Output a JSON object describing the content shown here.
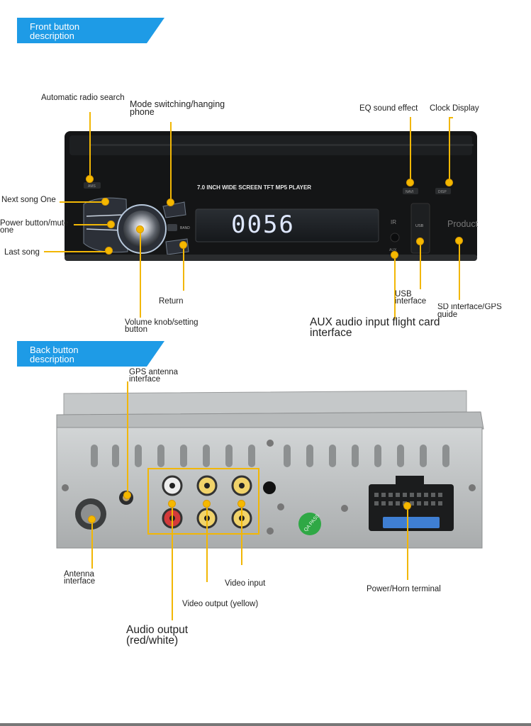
{
  "colors": {
    "banner": "#1e9be6",
    "leader": "#f2b705",
    "display_text": "#dfe8ff",
    "chassis": "#b9bcbd"
  },
  "front": {
    "banner": "Front button description",
    "unit_title": "7.0 INCH WIDE SCREEN TFT  MP5  PLAYER",
    "display_readout": "0056",
    "button_marks": {
      "ams": "AMS",
      "band": "BAND",
      "navi": "NAVI",
      "disp": "DISP",
      "ir": "IR",
      "aux": "AUX",
      "usb": "USB"
    },
    "labels": {
      "automatic_radio_search": "Automatic radio search",
      "mode_switching": "Mode switching/hanging phone",
      "eq_sound_effect": "EQ sound effect",
      "clock_display": "Clock Display",
      "next_song": "Next song One",
      "power_mute": "Power button/mute one",
      "last_song": "Last song",
      "product": "Product",
      "return": "Return",
      "volume_knob": "Volume knob/setting button",
      "usb_interface": "USB interface",
      "sd_interface": "SD interface/GPS guide",
      "aux_input": "AUX audio input flight card interface"
    }
  },
  "back": {
    "banner": "Back button description",
    "qa_sticker": "QA PASS",
    "labels": {
      "gps_antenna": "GPS antenna interface",
      "antenna_interface": "Antenna interface",
      "video_input": "Video input",
      "video_output": "Video output (yellow)",
      "audio_output": "Audio output (red/white)",
      "power_horn": "Power/Horn terminal"
    }
  }
}
